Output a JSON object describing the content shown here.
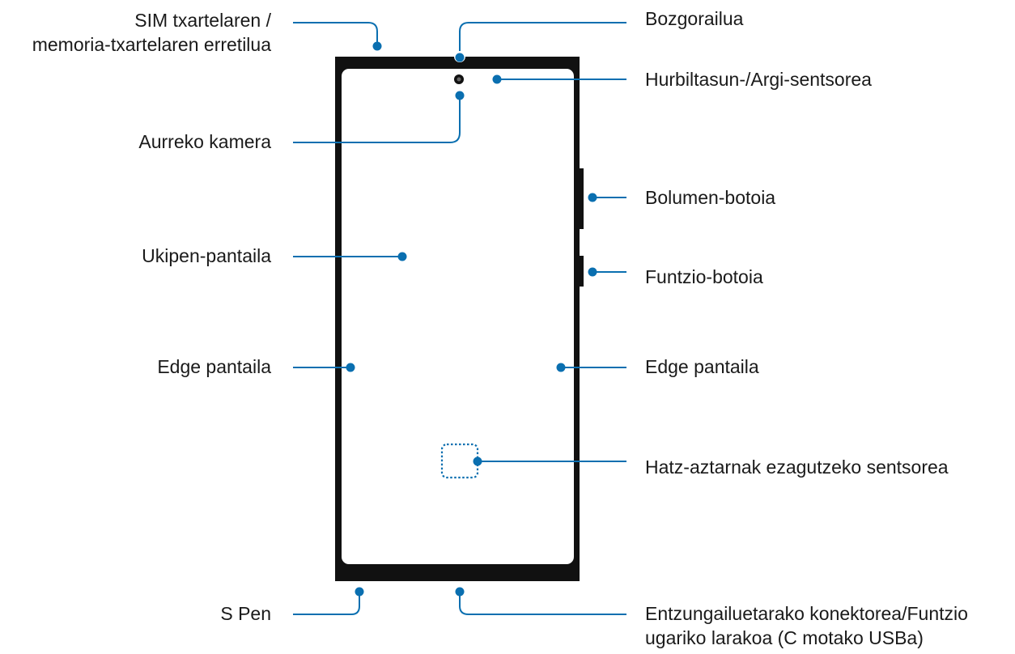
{
  "labels": {
    "sim_tray": [
      "SIM txartelaren /",
      "memoria-txartelaren erretilua"
    ],
    "speaker": "Bozgorailua",
    "proximity_sensor": "Hurbiltasun-/Argi-sentsorea",
    "front_camera": "Aurreko kamera",
    "volume_key": "Bolumen-botoia",
    "touchscreen": "Ukipen-pantaila",
    "side_key": "Funtzio-botoia",
    "edge_left": "Edge pantaila",
    "edge_right": "Edge pantaila",
    "fingerprint_sensor": "Hatz-aztarnak ezagutzeko sentsorea",
    "s_pen": "S Pen",
    "usb_connector": [
      "Entzungailuetarako konektorea/Funtzio",
      "ugariko larakoa (C motako USBa)"
    ]
  },
  "colors": {
    "accent": "#0a6fb0",
    "frame": "#111111",
    "text": "#1a1a1a"
  }
}
